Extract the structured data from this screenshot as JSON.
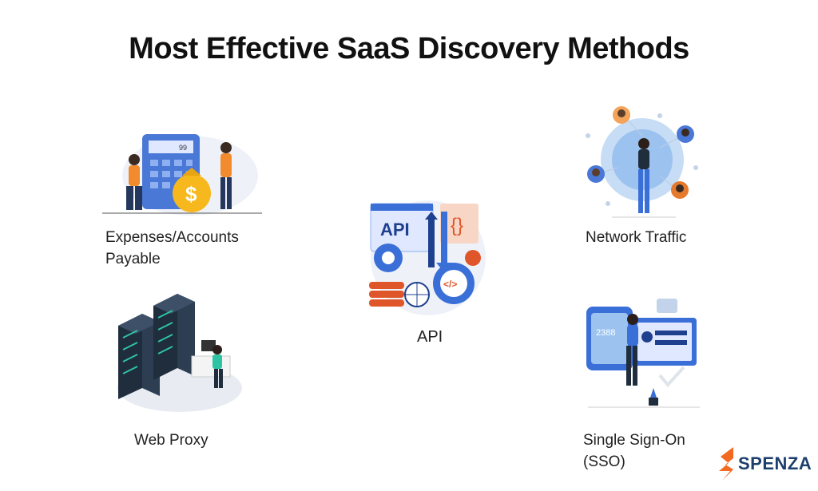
{
  "title": "Most Effective SaaS Discovery Methods",
  "methods": {
    "expenses": {
      "line1": "Expenses/Accounts",
      "line2": "Payable",
      "icon": "calculator-money-icon"
    },
    "network": {
      "label": "Network Traffic",
      "icon": "global-network-icon"
    },
    "api": {
      "label": "API",
      "icon": "api-integration-icon"
    },
    "proxy": {
      "label": "Web Proxy",
      "icon": "server-rack-icon"
    },
    "sso": {
      "line1": "Single Sign-On",
      "line2": "(SSO)",
      "icon": "login-screen-icon"
    }
  },
  "brand": {
    "name": "SPENZA",
    "color": "#1d3f6e",
    "accent": "#f26a21"
  },
  "colors": {
    "primary_blue": "#3b6fd8",
    "accent_orange": "#f28b2e",
    "dark": "#1f2d3d"
  }
}
